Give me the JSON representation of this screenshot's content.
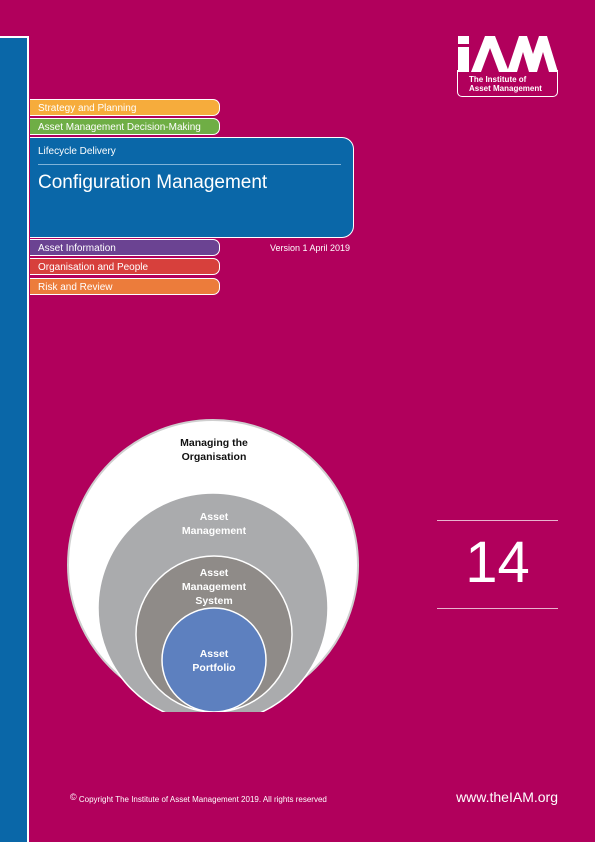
{
  "categories": {
    "strategy": "Strategy and Planning",
    "decision": "Asset Management Decision-Making",
    "lifecycle": "Lifecycle Delivery",
    "info": "Asset Information",
    "org": "Organisation and People",
    "risk": "Risk and Review"
  },
  "document": {
    "title": "Configuration Management",
    "version": "Version 1 April 2019",
    "number": "14"
  },
  "logo": {
    "wordmark": "iAM",
    "line1": "The Institute of",
    "line2": "Asset Management"
  },
  "diagram": {
    "outer": "Managing the Organisation",
    "second": "Asset Management",
    "third": "Asset Management System",
    "inner": "Asset Portfolio"
  },
  "footer": {
    "symbol": "©",
    "copyright": "Copyright The Institute of Asset Management 2019.  All rights reserved",
    "url": "www.theIAM.org"
  },
  "colors": {
    "background": "#b1005c",
    "blue": "#0a67a8",
    "strategy": "#f6ac3c",
    "decision": "#6fae45",
    "info": "#6b4392",
    "org": "#d7403c",
    "risk": "#ec7c3b"
  }
}
